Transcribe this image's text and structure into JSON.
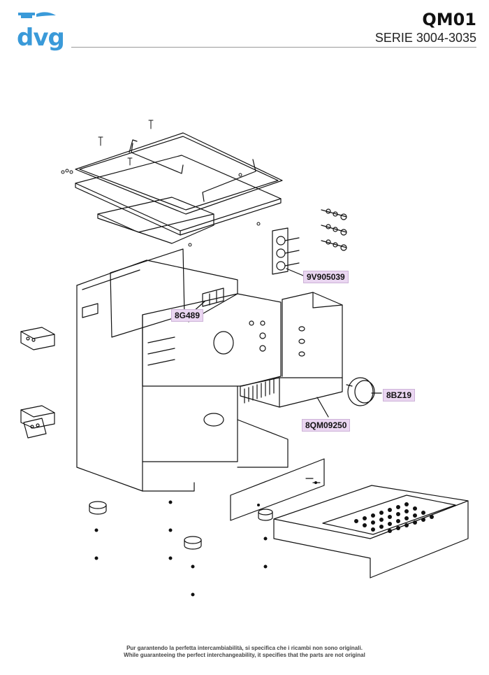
{
  "header": {
    "brand": "dvg",
    "model": "QM01",
    "series": "SERIE 3004-3035"
  },
  "parts": {
    "switch_block": "9V905039",
    "bracket": "8G489",
    "pump": "8BZ19",
    "boiler": "8QM09250"
  },
  "footer": {
    "line_it": "Pur garantendo la perfetta intercambiabilità, si specifica che i ricambi non sono originali.",
    "line_en": "While guaranteeing the perfect interchangeability, it specifies that the parts are not original"
  },
  "colors": {
    "brand_blue": "#3a9ad9",
    "label_bg": "#ead6f1"
  }
}
